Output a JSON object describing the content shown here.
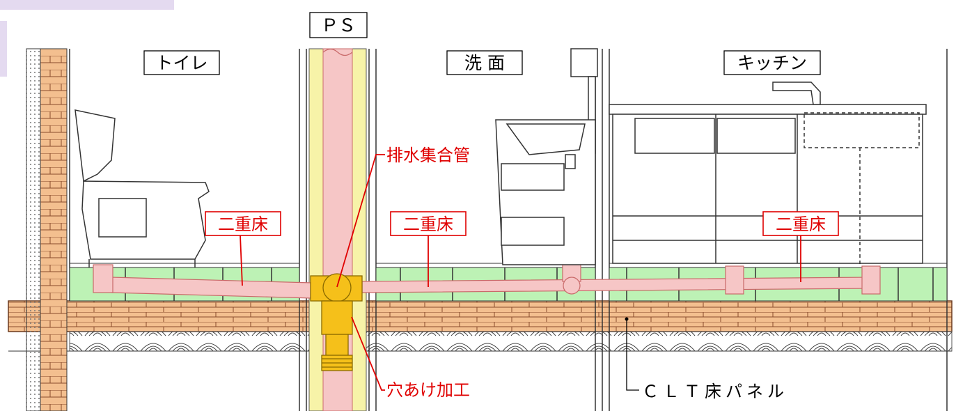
{
  "rooms": {
    "toilet": "トイレ",
    "ps": "ＰＳ",
    "washroom": "洗 面",
    "kitchen": "キッチン"
  },
  "callouts": {
    "drain_manifold": "排水集合管",
    "double_floor_toilet": "二重床",
    "double_floor_washroom": "二重床",
    "double_floor_kitchen": "二重床",
    "drilling": "穴あけ加工",
    "clt_panel": "ＣＬＴ床パネル"
  },
  "colors": {
    "pipe_pink": "#f6c6c6",
    "floor_green": "#bdf2b5",
    "clt_brick": "#f3bf8f",
    "ps_yellow": "#f7f3a8",
    "fitting_gold": "#f5c01a",
    "callout_red": "#e00000"
  }
}
